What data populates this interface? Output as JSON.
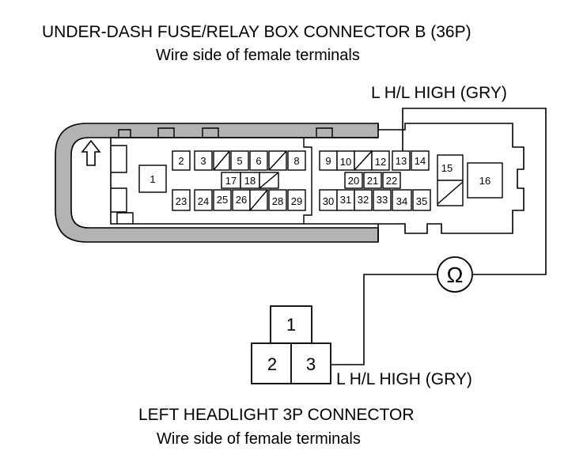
{
  "top_connector": {
    "title": "UNDER-DASH FUSE/RELAY BOX CONNECTOR B (36P)",
    "subtitle": "Wire side of female terminals",
    "wire_label": "L H/L HIGH (GRY)",
    "terminals": {
      "t1": "1",
      "t2": "2",
      "t3": "3",
      "t5": "5",
      "t6": "6",
      "t8": "8",
      "t9": "9",
      "t10": "10",
      "t12": "12",
      "t13": "13",
      "t14": "14",
      "t15": "15",
      "t16": "16",
      "t17": "17",
      "t18": "18",
      "t20": "20",
      "t21": "21",
      "t22": "22",
      "t23": "23",
      "t24": "24",
      "t25": "25",
      "t26": "26",
      "t28": "28",
      "t29": "29",
      "t30": "30",
      "t31": "31",
      "t32": "32",
      "t33": "33",
      "t34": "34",
      "t35": "35"
    }
  },
  "meter": {
    "symbol": "Ω"
  },
  "bottom_connector": {
    "title": "LEFT HEADLIGHT 3P CONNECTOR",
    "subtitle": "Wire side of female terminals",
    "wire_label": "L H/L HIGH (GRY)",
    "terminals": {
      "t1": "1",
      "t2": "2",
      "t3": "3"
    }
  },
  "colors": {
    "line": "#000000",
    "housing_fill": "#b3b3b3",
    "background": "#ffffff"
  },
  "icons": {
    "locking_tab": "up-arrow-icon",
    "meter": "ohmmeter-icon"
  }
}
